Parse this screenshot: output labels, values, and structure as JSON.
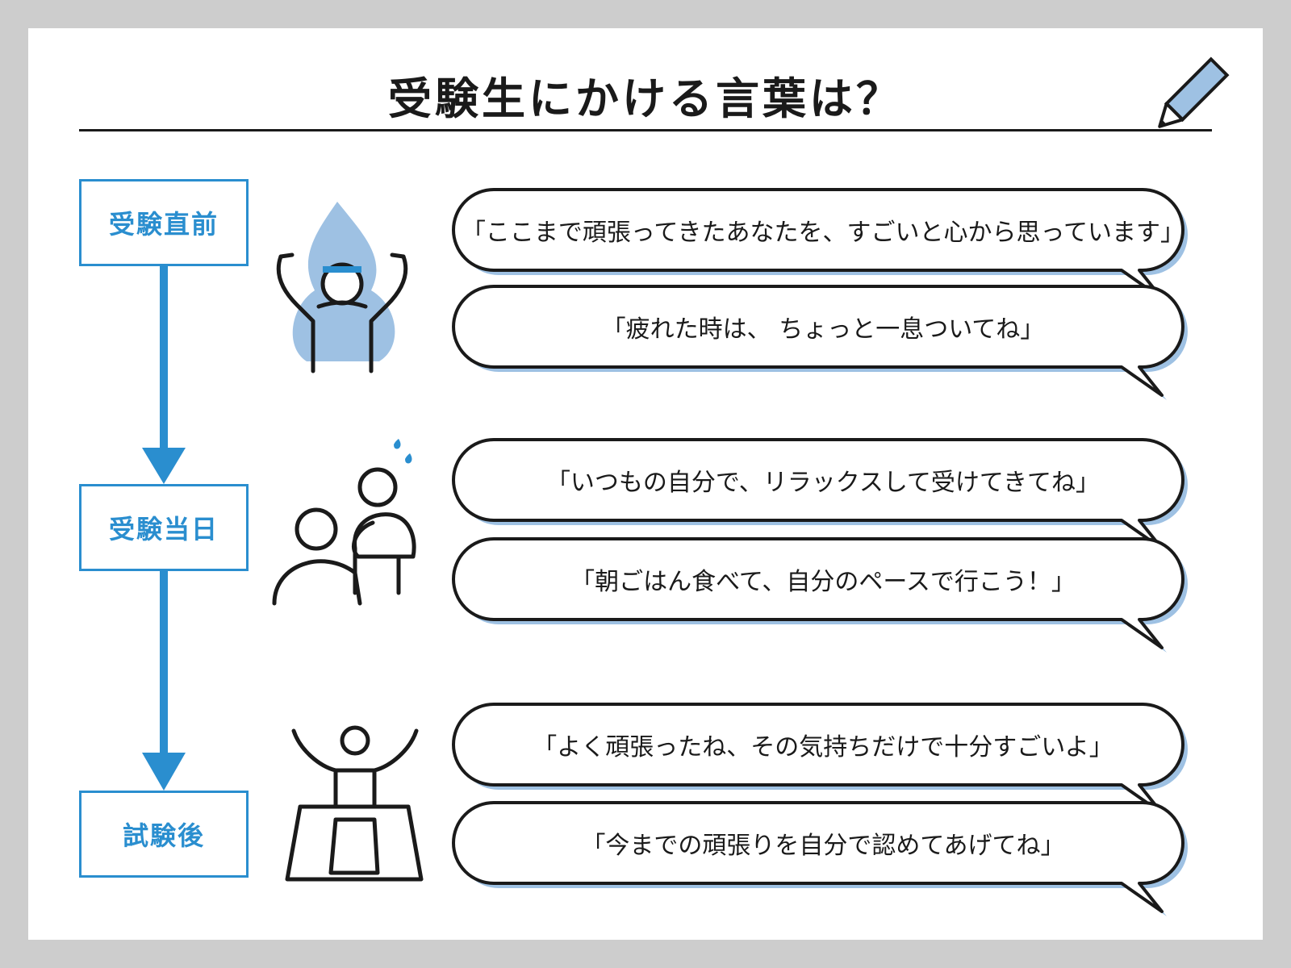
{
  "title": "受験生にかける言葉は？",
  "colors": {
    "accent": "#2a8ecf",
    "accent_light": "#9ec1e3",
    "ink": "#1a1a1a",
    "frame": "#cdcdcd",
    "card": "#ffffff"
  },
  "icons": {
    "header": "pencil-icon",
    "stage_0": "fired-up-student-icon",
    "stage_1": "nervous-student-with-supporter-icon",
    "stage_2": "cheering-student-at-desk-icon"
  },
  "stages": [
    {
      "label": "受験直前",
      "messages": [
        "「ここまで頑張ってきたあなたを、すごいと心から思っています」",
        "「疲れた時は、 ちょっと一息ついてね」"
      ]
    },
    {
      "label": "受験当日",
      "messages": [
        "「いつもの自分で、リラックスして受けてきてね」",
        "「朝ごはん食べて、自分のペースで行こう！」"
      ]
    },
    {
      "label": "試験後",
      "messages": [
        "「よく頑張ったね、その気持ちだけで十分すごいよ」",
        "「今までの頑張りを自分で認めてあげてね」"
      ]
    }
  ]
}
